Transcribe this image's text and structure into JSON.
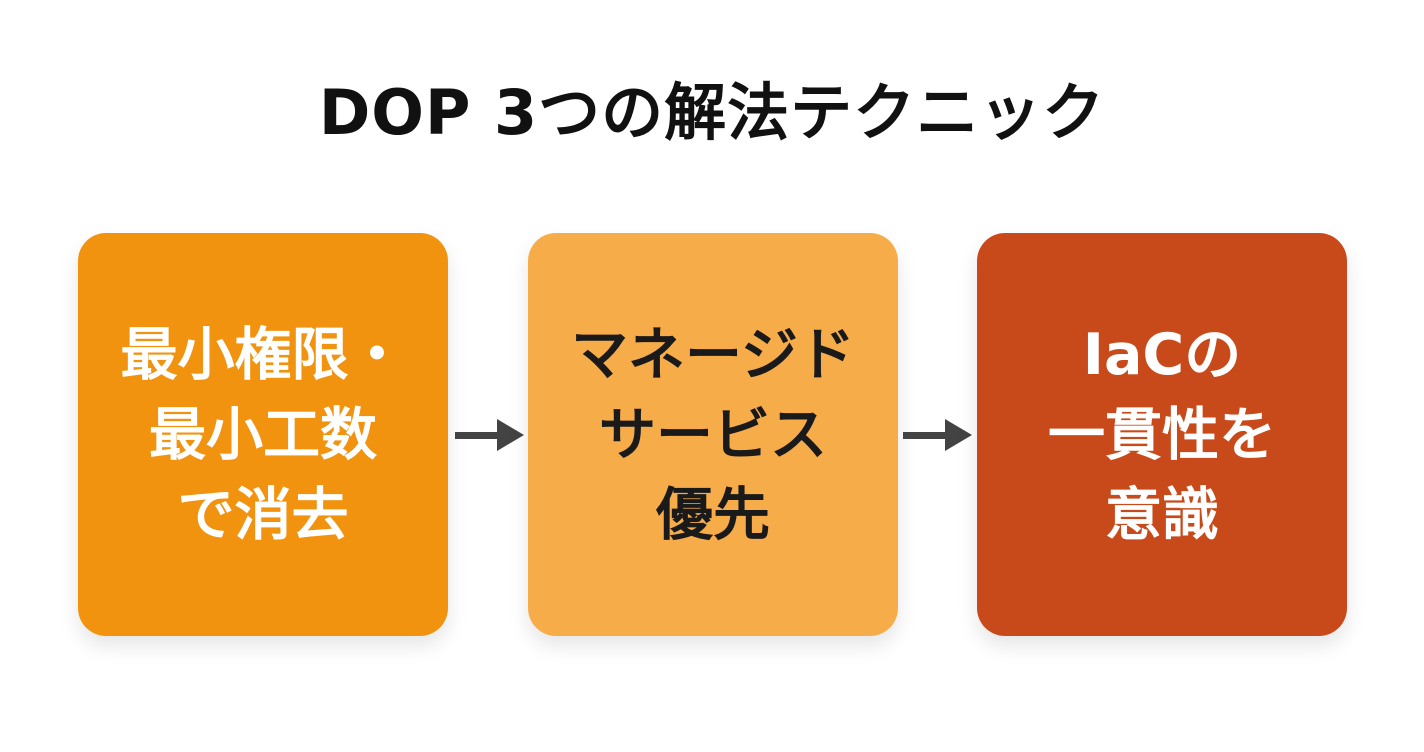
{
  "title": "DOP 3つの解法テクニック",
  "diagram": {
    "steps": [
      {
        "lines": {
          "0": "最小権限・",
          "1": "最小工数",
          "2": "で消去"
        },
        "bg": "#F29310",
        "text_color": "#FFFFFF"
      },
      {
        "lines": {
          "0": "マネージド",
          "1": "サービス",
          "2": "優先"
        },
        "bg": "#F7AC4A",
        "text_color": "#1A1A1A"
      },
      {
        "lines": {
          "0": "IaCの",
          "1": "一貫性を",
          "2": "意識"
        },
        "bg": "#C8491A",
        "text_color": "#FFFFFF"
      }
    ],
    "arrow_color": "#434343"
  },
  "colors": {
    "background": "#FFFFFF",
    "title": "#111111"
  }
}
